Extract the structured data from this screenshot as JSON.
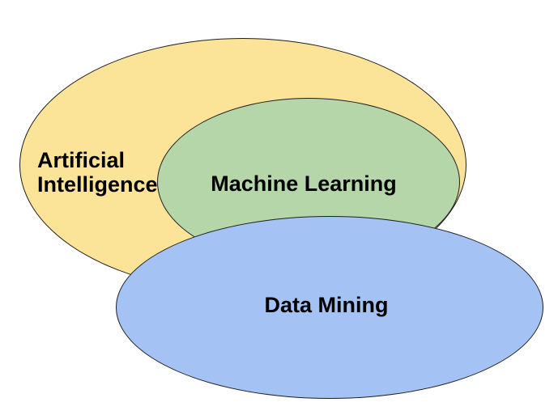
{
  "diagram": {
    "type": "euler-diagram",
    "background_color": "#ffffff",
    "stroke_color": "#1f1f1f",
    "label_color": "#000000",
    "sets": [
      {
        "id": "artificial-intelligence",
        "label": "Artificial Intelligence",
        "color": "#FBE398",
        "relation": "outermost set, contains Machine Learning, overlaps Data Mining"
      },
      {
        "id": "machine-learning",
        "label": "Machine Learning",
        "color": "#B5D6A8",
        "relation": "subset of Artificial Intelligence, overlaps Data Mining"
      },
      {
        "id": "data-mining",
        "label": "Data Mining",
        "color": "#A4C2F4",
        "relation": "overlaps Artificial Intelligence and Machine Learning, drawn on top"
      }
    ]
  }
}
